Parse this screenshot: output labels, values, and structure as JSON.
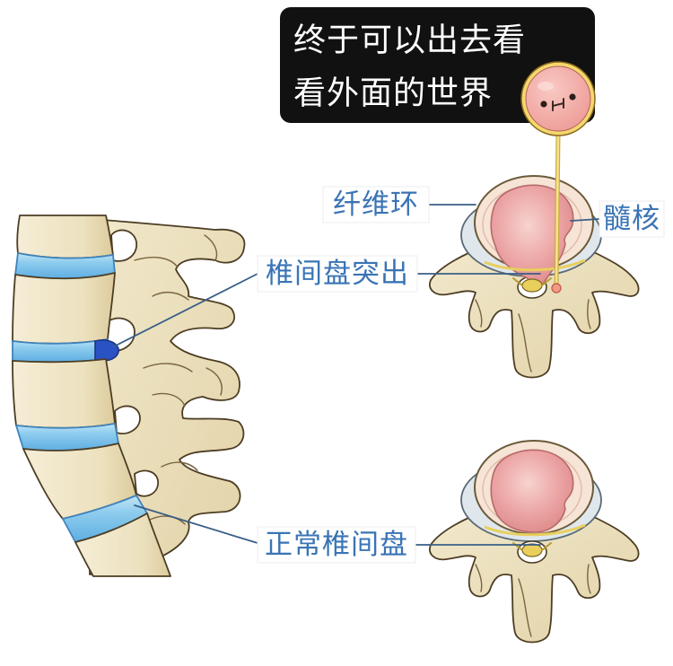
{
  "bubble": {
    "line1": "终于可以出去看",
    "line2": "看外面的世界"
  },
  "labels": {
    "annulus": "纤维环",
    "nucleus": "髓核",
    "herniation": "椎间盘突出",
    "normal": "正常椎间盘"
  },
  "colors": {
    "bubble_bg": "#111111",
    "bubble_text": "#ffffff",
    "label_text": "#3a74b4",
    "disc_blue_top": "#c4e6f8",
    "disc_blue": "#8fcdee",
    "disc_blue_bottom": "#5eaee2",
    "herniation_blue": "#2a52c4",
    "bone": "#efe5c6",
    "nucleus_pink": "#eba3a3",
    "nerve_yellow": "#e9cf5c"
  }
}
